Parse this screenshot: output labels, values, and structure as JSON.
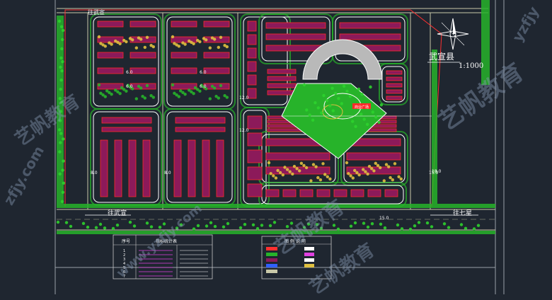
{
  "drawing": {
    "town_label": "武宣县",
    "scale_label": "1:1000",
    "road_west_top": "往武宣",
    "road_west_bottom": "往武宣",
    "road_east_bottom": "往七星",
    "dim_labels": [
      "6.0",
      "6.0",
      "6.0",
      "6.0",
      "12.0",
      "12.0",
      "8.0",
      "8.0",
      "15.0",
      "18.0",
      "15.0"
    ],
    "plaza_label": "商业广场"
  },
  "tables": {
    "stats_title": "指标统计表",
    "stats_header": "序号",
    "stats_rows": [
      "1",
      "2",
      "3",
      "4",
      "5",
      "6",
      "7"
    ],
    "legend_title": "图 例 说 明"
  },
  "watermarks": [
    "zfjy.com",
    "艺帆教育",
    "艺帆教育",
    "yzfjy",
    "www.yzfjy.com",
    "艺帆教育",
    "艺帆教育"
  ],
  "colors": {
    "background": "#1f2630",
    "road_line": "#c8c8a8",
    "block_outline": "#ffffff",
    "building_fill": "#8c1a5a",
    "building_edge": "#ff2a2a",
    "green": "#27b32a",
    "red_boundary": "#ff3030",
    "plaza": "#b9b9b9"
  }
}
